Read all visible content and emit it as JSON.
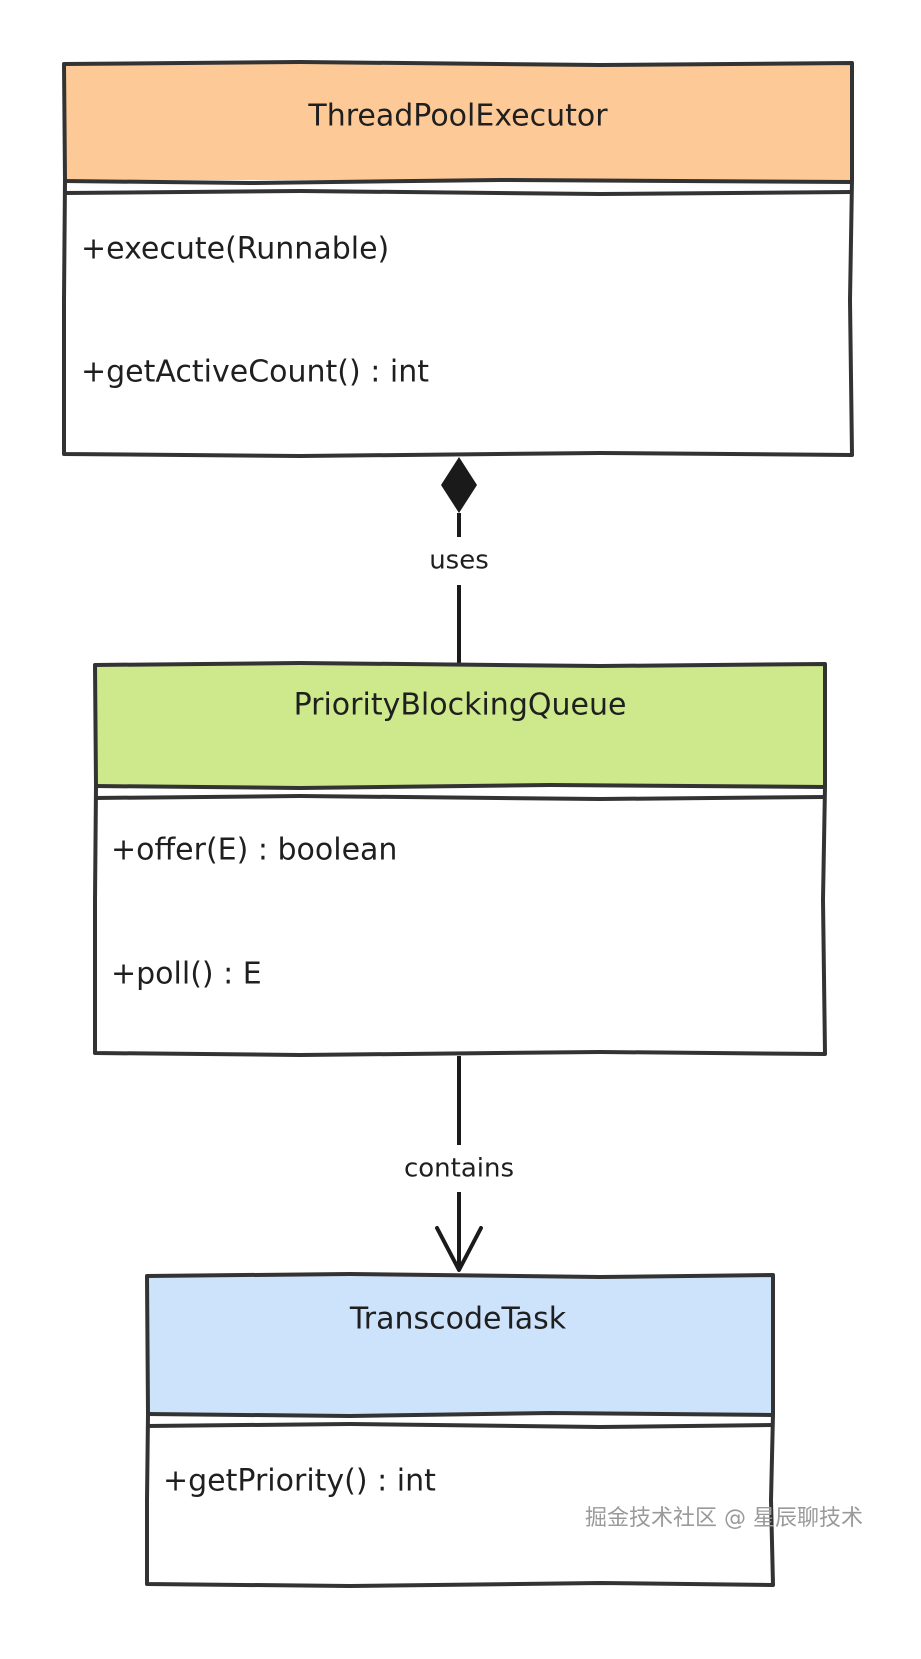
{
  "classes": [
    {
      "name": "ThreadPoolExecutor",
      "header_color": "#fdca97",
      "members": [
        "+execute(Runnable)",
        "+getActiveCount() : int"
      ]
    },
    {
      "name": "PriorityBlockingQueue",
      "header_color": "#cde98b",
      "members": [
        "+offer(E) : boolean",
        "+poll() : E"
      ]
    },
    {
      "name": "TranscodeTask",
      "header_color": "#cde3fb",
      "members": [
        "+getPriority() : int"
      ]
    }
  ],
  "relations": [
    {
      "label": "uses",
      "type": "composition"
    },
    {
      "label": "contains",
      "type": "directed-association"
    }
  ],
  "watermark": "掘金技术社区 @ 星辰聊技术"
}
